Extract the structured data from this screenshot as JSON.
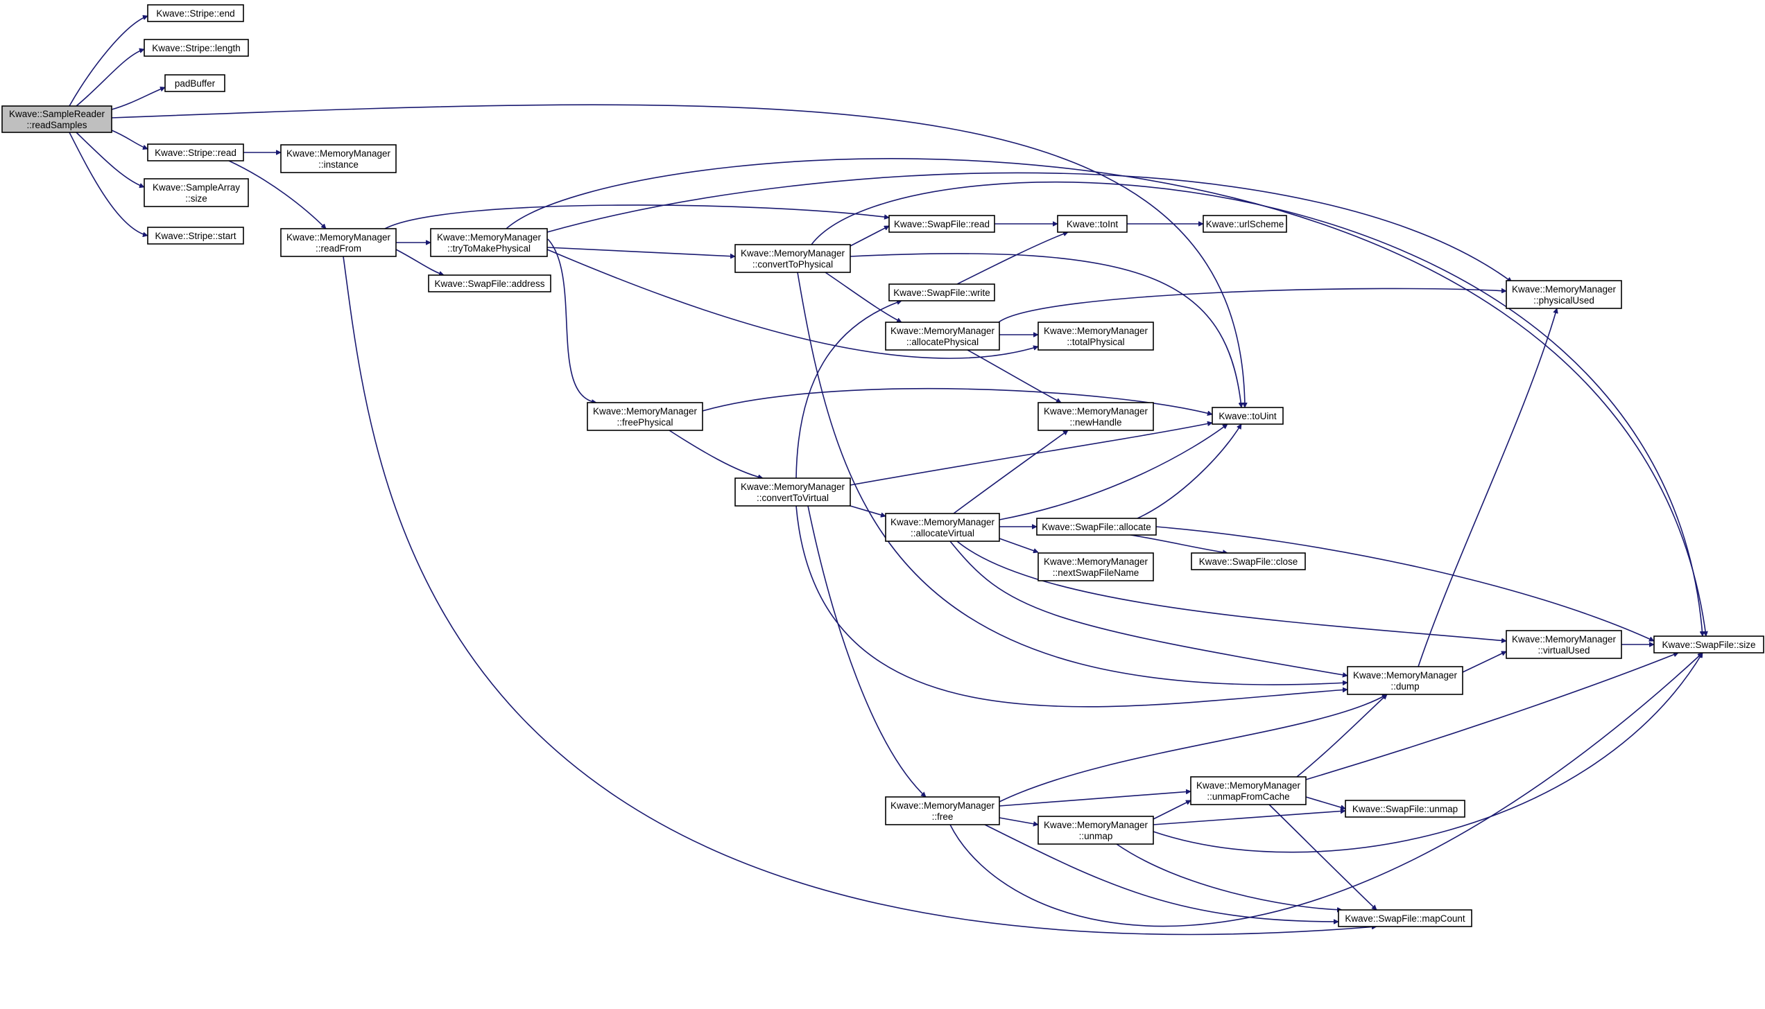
{
  "diagram": {
    "type": "call-graph",
    "colors": {
      "edge": "#191970",
      "node_border": "#000000",
      "root_fill": "#bfbfbf",
      "node_fill": "#ffffff"
    },
    "nodes": [
      {
        "id": "readSamples",
        "lines": [
          "Kwave::SampleReader",
          "::readSamples"
        ],
        "root": true
      },
      {
        "id": "stripeEnd",
        "lines": [
          "Kwave::Stripe::end"
        ]
      },
      {
        "id": "stripeLength",
        "lines": [
          "Kwave::Stripe::length"
        ]
      },
      {
        "id": "padBuffer",
        "lines": [
          "padBuffer"
        ]
      },
      {
        "id": "stripeRead",
        "lines": [
          "Kwave::Stripe::read"
        ]
      },
      {
        "id": "mmInstance",
        "lines": [
          "Kwave::MemoryManager",
          "::instance"
        ]
      },
      {
        "id": "saSize",
        "lines": [
          "Kwave::SampleArray",
          "::size"
        ]
      },
      {
        "id": "stripeStart",
        "lines": [
          "Kwave::Stripe::start"
        ]
      },
      {
        "id": "readFrom",
        "lines": [
          "Kwave::MemoryManager",
          "::readFrom"
        ]
      },
      {
        "id": "tryToMakePhysical",
        "lines": [
          "Kwave::MemoryManager",
          "::tryToMakePhysical"
        ]
      },
      {
        "id": "sfAddress",
        "lines": [
          "Kwave::SwapFile::address"
        ]
      },
      {
        "id": "convertToPhysical",
        "lines": [
          "Kwave::MemoryManager",
          "::convertToPhysical"
        ]
      },
      {
        "id": "sfRead",
        "lines": [
          "Kwave::SwapFile::read"
        ]
      },
      {
        "id": "toInt",
        "lines": [
          "Kwave::toInt"
        ]
      },
      {
        "id": "urlScheme",
        "lines": [
          "Kwave::urlScheme"
        ]
      },
      {
        "id": "sfWrite",
        "lines": [
          "Kwave::SwapFile::write"
        ]
      },
      {
        "id": "allocatePhysical",
        "lines": [
          "Kwave::MemoryManager",
          "::allocatePhysical"
        ]
      },
      {
        "id": "totalPhysical",
        "lines": [
          "Kwave::MemoryManager",
          "::totalPhysical"
        ]
      },
      {
        "id": "physicalUsed",
        "lines": [
          "Kwave::MemoryManager",
          "::physicalUsed"
        ]
      },
      {
        "id": "freePhysical",
        "lines": [
          "Kwave::MemoryManager",
          "::freePhysical"
        ]
      },
      {
        "id": "newHandle",
        "lines": [
          "Kwave::MemoryManager",
          "::newHandle"
        ]
      },
      {
        "id": "toUint",
        "lines": [
          "Kwave::toUint"
        ]
      },
      {
        "id": "convertToVirtual",
        "lines": [
          "Kwave::MemoryManager",
          "::convertToVirtual"
        ]
      },
      {
        "id": "allocateVirtual",
        "lines": [
          "Kwave::MemoryManager",
          "::allocateVirtual"
        ]
      },
      {
        "id": "sfAllocate",
        "lines": [
          "Kwave::SwapFile::allocate"
        ]
      },
      {
        "id": "nextSwapFileName",
        "lines": [
          "Kwave::MemoryManager",
          "::nextSwapFileName"
        ]
      },
      {
        "id": "sfClose",
        "lines": [
          "Kwave::SwapFile::close"
        ]
      },
      {
        "id": "virtualUsed",
        "lines": [
          "Kwave::MemoryManager",
          "::virtualUsed"
        ]
      },
      {
        "id": "sfSize",
        "lines": [
          "Kwave::SwapFile::size"
        ]
      },
      {
        "id": "dump",
        "lines": [
          "Kwave::MemoryManager",
          "::dump"
        ]
      },
      {
        "id": "unmapFromCache",
        "lines": [
          "Kwave::MemoryManager",
          "::unmapFromCache"
        ]
      },
      {
        "id": "mmFree",
        "lines": [
          "Kwave::MemoryManager",
          "::free"
        ]
      },
      {
        "id": "mmUnmap",
        "lines": [
          "Kwave::MemoryManager",
          "::unmap"
        ]
      },
      {
        "id": "sfUnmap",
        "lines": [
          "Kwave::SwapFile::unmap"
        ]
      },
      {
        "id": "sfMapCount",
        "lines": [
          "Kwave::SwapFile::mapCount"
        ]
      }
    ],
    "edges": [
      [
        "readSamples",
        "stripeEnd"
      ],
      [
        "readSamples",
        "stripeLength"
      ],
      [
        "readSamples",
        "padBuffer"
      ],
      [
        "readSamples",
        "stripeRead"
      ],
      [
        "readSamples",
        "saSize"
      ],
      [
        "readSamples",
        "stripeStart"
      ],
      [
        "readSamples",
        "toUint"
      ],
      [
        "stripeRead",
        "mmInstance"
      ],
      [
        "stripeRead",
        "readFrom"
      ],
      [
        "readFrom",
        "tryToMakePhysical"
      ],
      [
        "readFrom",
        "sfAddress"
      ],
      [
        "readFrom",
        "sfRead"
      ],
      [
        "readFrom",
        "sfMapCount"
      ],
      [
        "tryToMakePhysical",
        "convertToPhysical"
      ],
      [
        "tryToMakePhysical",
        "freePhysical"
      ],
      [
        "tryToMakePhysical",
        "physicalUsed"
      ],
      [
        "tryToMakePhysical",
        "totalPhysical"
      ],
      [
        "tryToMakePhysical",
        "sfSize"
      ],
      [
        "convertToPhysical",
        "sfRead"
      ],
      [
        "convertToPhysical",
        "allocatePhysical"
      ],
      [
        "convertToPhysical",
        "toUint"
      ],
      [
        "convertToPhysical",
        "sfSize"
      ],
      [
        "convertToPhysical",
        "dump"
      ],
      [
        "sfRead",
        "toInt"
      ],
      [
        "sfWrite",
        "toInt"
      ],
      [
        "toInt",
        "urlScheme"
      ],
      [
        "allocatePhysical",
        "totalPhysical"
      ],
      [
        "allocatePhysical",
        "physicalUsed"
      ],
      [
        "allocatePhysical",
        "newHandle"
      ],
      [
        "freePhysical",
        "toUint"
      ],
      [
        "freePhysical",
        "convertToVirtual"
      ],
      [
        "convertToVirtual",
        "toUint"
      ],
      [
        "convertToVirtual",
        "sfWrite"
      ],
      [
        "convertToVirtual",
        "allocateVirtual"
      ],
      [
        "convertToVirtual",
        "dump"
      ],
      [
        "convertToVirtual",
        "mmFree"
      ],
      [
        "allocateVirtual",
        "newHandle"
      ],
      [
        "allocateVirtual",
        "toUint"
      ],
      [
        "allocateVirtual",
        "sfAllocate"
      ],
      [
        "allocateVirtual",
        "nextSwapFileName"
      ],
      [
        "allocateVirtual",
        "virtualUsed"
      ],
      [
        "allocateVirtual",
        "dump"
      ],
      [
        "sfAllocate",
        "toUint"
      ],
      [
        "sfAllocate",
        "sfClose"
      ],
      [
        "sfAllocate",
        "sfSize"
      ],
      [
        "virtualUsed",
        "sfSize"
      ],
      [
        "dump",
        "virtualUsed"
      ],
      [
        "dump",
        "physicalUsed"
      ],
      [
        "mmFree",
        "dump"
      ],
      [
        "mmFree",
        "unmapFromCache"
      ],
      [
        "mmFree",
        "mmUnmap"
      ],
      [
        "mmFree",
        "sfMapCount"
      ],
      [
        "mmFree",
        "sfSize"
      ],
      [
        "mmUnmap",
        "unmapFromCache"
      ],
      [
        "mmUnmap",
        "sfUnmap"
      ],
      [
        "mmUnmap",
        "sfSize"
      ],
      [
        "mmUnmap",
        "sfMapCount"
      ],
      [
        "unmapFromCache",
        "sfUnmap"
      ],
      [
        "unmapFromCache",
        "sfMapCount"
      ],
      [
        "unmapFromCache",
        "dump"
      ],
      [
        "unmapFromCache",
        "sfSize"
      ]
    ]
  }
}
